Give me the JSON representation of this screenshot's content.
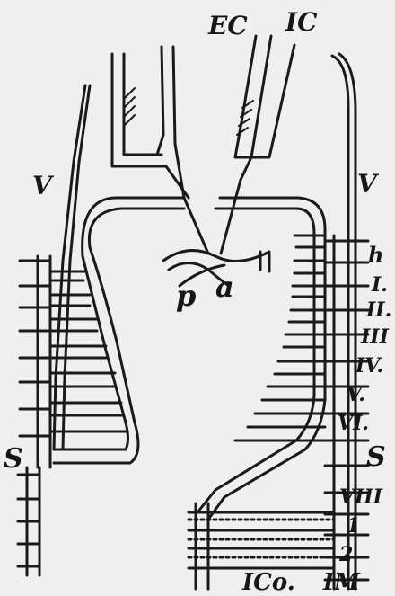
{
  "labels": {
    "ec": "EC",
    "ic": "IC",
    "v_left": "V",
    "v_right": "V",
    "h": "h",
    "i": "I.",
    "ii": "II.",
    "iii": "III",
    "iv": "IV.",
    "v": "V.",
    "vi": "VI.",
    "s_left": "S",
    "s_right": "S",
    "viii": "VIII",
    "one": "1",
    "two": "2",
    "p": "p",
    "a": "a",
    "ico": "ICo.",
    "im": "IM"
  }
}
